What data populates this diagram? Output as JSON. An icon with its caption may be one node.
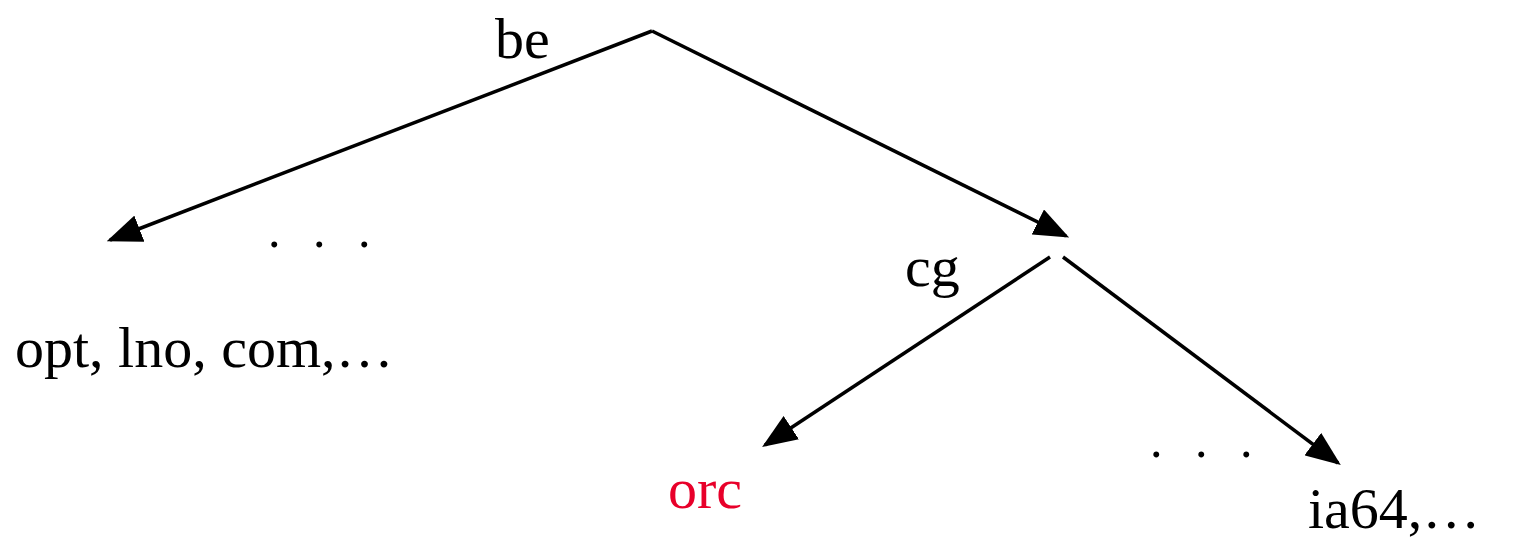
{
  "diagram": {
    "nodes": [
      {
        "text": [
          "be"
        ]
      },
      {
        "text": [
          "opt, lno, com,…"
        ]
      },
      {
        "text": [
          "cg"
        ]
      },
      {
        "text": [
          "orc"
        ]
      },
      {
        "text": [
          "ia64,…"
        ]
      }
    ],
    "edges": [
      {
        "from": 0,
        "to": 1,
        "arrow": "to"
      },
      {
        "from": 0,
        "to": 2,
        "arrow": "to"
      },
      {
        "from": 2,
        "to": 3,
        "arrow": "to"
      },
      {
        "from": 2,
        "to": 4,
        "arrow": "to"
      }
    ],
    "labels": [
      ". . .",
      ". . ."
    ]
  }
}
